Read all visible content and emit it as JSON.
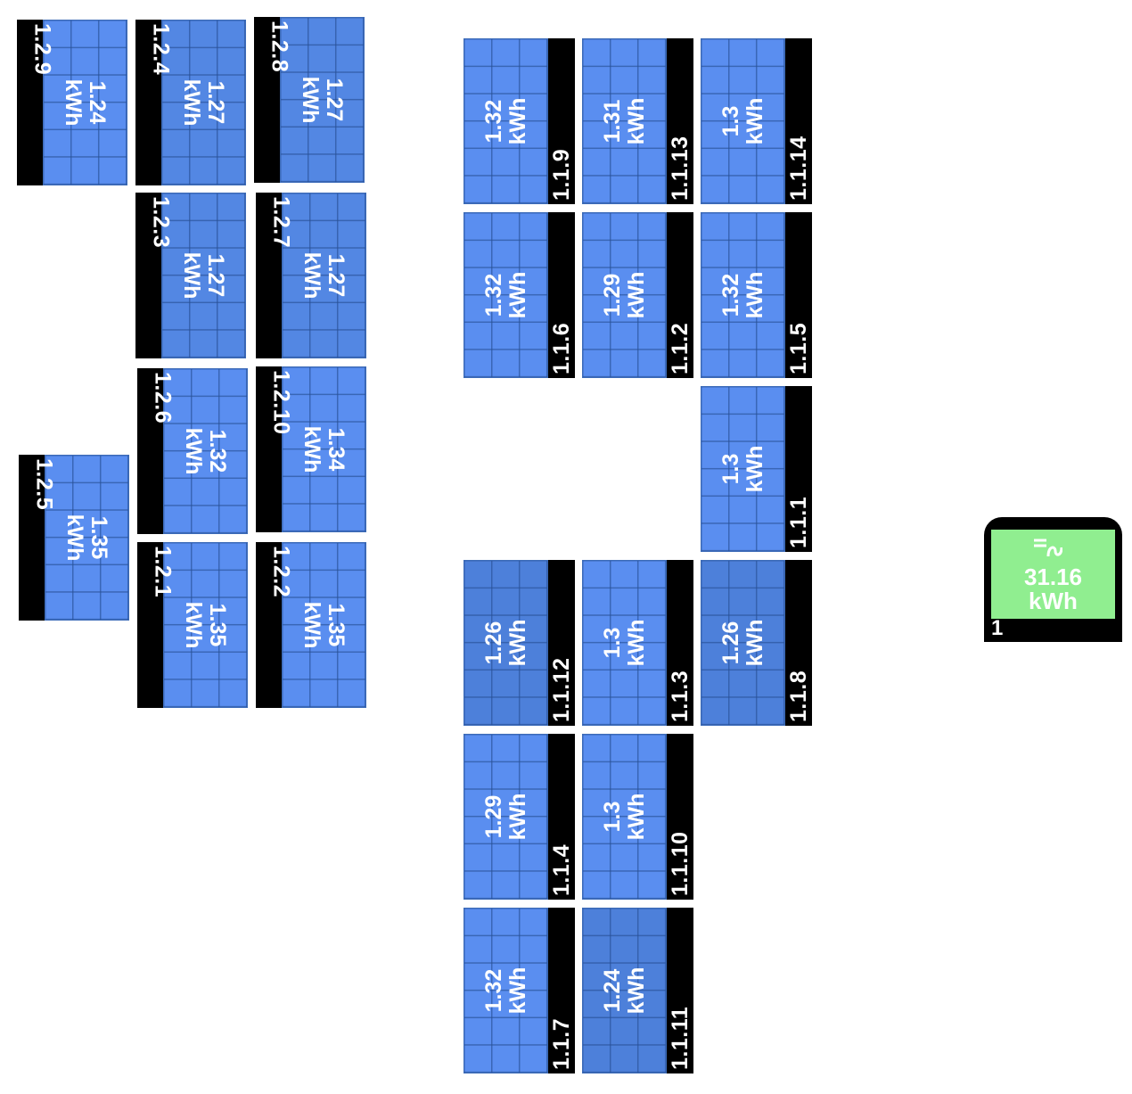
{
  "panels": [
    {
      "id": "1.2.9",
      "energy": "1.24",
      "unit": "kWh"
    },
    {
      "id": "1.2.4",
      "energy": "1.27",
      "unit": "kWh"
    },
    {
      "id": "1.2.8",
      "energy": "1.27",
      "unit": "kWh"
    },
    {
      "id": "1.2.3",
      "energy": "1.27",
      "unit": "kWh"
    },
    {
      "id": "1.2.7",
      "energy": "1.27",
      "unit": "kWh"
    },
    {
      "id": "1.2.6",
      "energy": "1.32",
      "unit": "kWh"
    },
    {
      "id": "1.2.10",
      "energy": "1.34",
      "unit": "kWh"
    },
    {
      "id": "1.2.5",
      "energy": "1.35",
      "unit": "kWh"
    },
    {
      "id": "1.2.1",
      "energy": "1.35",
      "unit": "kWh"
    },
    {
      "id": "1.2.2",
      "energy": "1.35",
      "unit": "kWh"
    },
    {
      "id": "1.1.9",
      "energy": "1.32",
      "unit": "kWh"
    },
    {
      "id": "1.1.13",
      "energy": "1.31",
      "unit": "kWh"
    },
    {
      "id": "1.1.14",
      "energy": "1.3",
      "unit": "kWh"
    },
    {
      "id": "1.1.6",
      "energy": "1.32",
      "unit": "kWh"
    },
    {
      "id": "1.1.2",
      "energy": "1.29",
      "unit": "kWh"
    },
    {
      "id": "1.1.5",
      "energy": "1.32",
      "unit": "kWh"
    },
    {
      "id": "1.1.1",
      "energy": "1.3",
      "unit": "kWh"
    },
    {
      "id": "1.1.12",
      "energy": "1.26",
      "unit": "kWh"
    },
    {
      "id": "1.1.3",
      "energy": "1.3",
      "unit": "kWh"
    },
    {
      "id": "1.1.8",
      "energy": "1.26",
      "unit": "kWh"
    },
    {
      "id": "1.1.4",
      "energy": "1.29",
      "unit": "kWh"
    },
    {
      "id": "1.1.10",
      "energy": "1.3",
      "unit": "kWh"
    },
    {
      "id": "1.1.7",
      "energy": "1.32",
      "unit": "kWh"
    },
    {
      "id": "1.1.11",
      "energy": "1.24",
      "unit": "kWh"
    }
  ],
  "inverter": {
    "id": "1",
    "total_energy": "31.16",
    "unit": "kWh",
    "icon": "dc-ac-converter-icon",
    "screen_color": "#90ee90"
  },
  "colors": {
    "panel_fill": "#5a8ef0",
    "panel_grid": "#3c6bb8",
    "id_strip": "#000000"
  }
}
